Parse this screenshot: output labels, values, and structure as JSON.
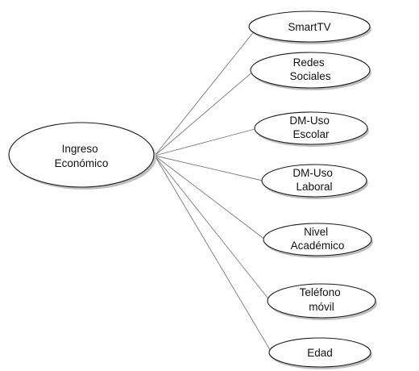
{
  "diagram": {
    "center": {
      "label_lines": [
        "Ingreso",
        "Económico"
      ]
    },
    "targets": [
      {
        "label_lines": [
          "SmartTV"
        ]
      },
      {
        "label_lines": [
          "Redes",
          "Sociales"
        ]
      },
      {
        "label_lines": [
          "DM-Uso",
          "Escolar"
        ]
      },
      {
        "label_lines": [
          "DM-Uso",
          "Laboral"
        ]
      },
      {
        "label_lines": [
          "Nivel",
          "Académico"
        ]
      },
      {
        "label_lines": [
          "Teléfono",
          "móvil"
        ]
      },
      {
        "label_lines": [
          "Edad"
        ]
      }
    ]
  }
}
